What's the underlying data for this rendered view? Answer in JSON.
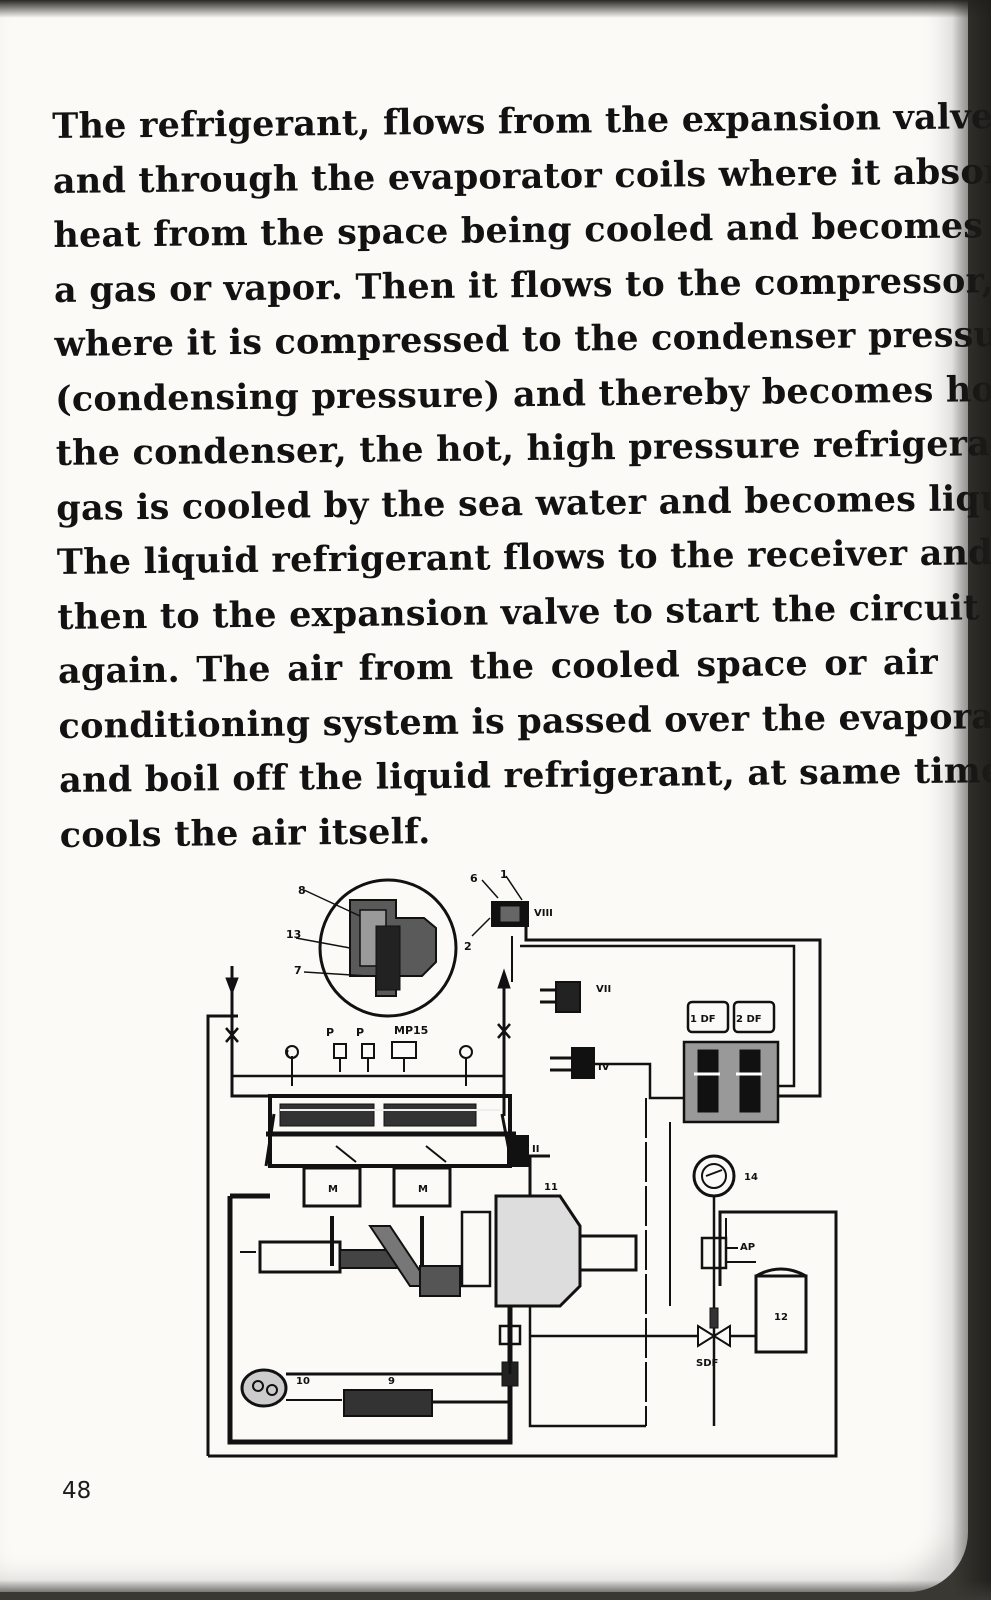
{
  "paragraph_lines": [
    "The refrigerant, flows from the expansion valve",
    "and through the evaporator coils where it absorbs",
    "heat from the space being cooled and becomes",
    "a gas or vapor. Then it flows to the compressor,",
    "where it is compressed to the condenser pressure",
    "(condensing pressure) and thereby becomes hot. In",
    "the condenser, the hot, high pressure refrigerant",
    "gas is cooled by the sea water and becomes liquid.",
    "The liquid refrigerant flows to the receiver and",
    "then to the expansion valve to start the circuit",
    "again. The air from the cooled space or air",
    "conditioning system is passed over the evaporator",
    "and boil off the liquid refrigerant, at same time",
    "cools the air itself."
  ],
  "diagram_labels": {
    "l8": "8",
    "l13": "13",
    "l7": "7",
    "l6": "6",
    "l1": "1",
    "l2": "2",
    "roman_viii": "VIII",
    "roman_vii": "VII",
    "roman_iv": "IV",
    "roman_ii": "II",
    "p2": "P",
    "p3": "P",
    "mp15": "MP15",
    "df1": "1 DF",
    "df2": "2 DF",
    "m1": "M",
    "m2": "M",
    "l11": "11",
    "l14": "14",
    "ap": "AP",
    "l12": "12",
    "sdf": "SDF",
    "l10": "10",
    "l9": "9"
  },
  "page_number": "48"
}
